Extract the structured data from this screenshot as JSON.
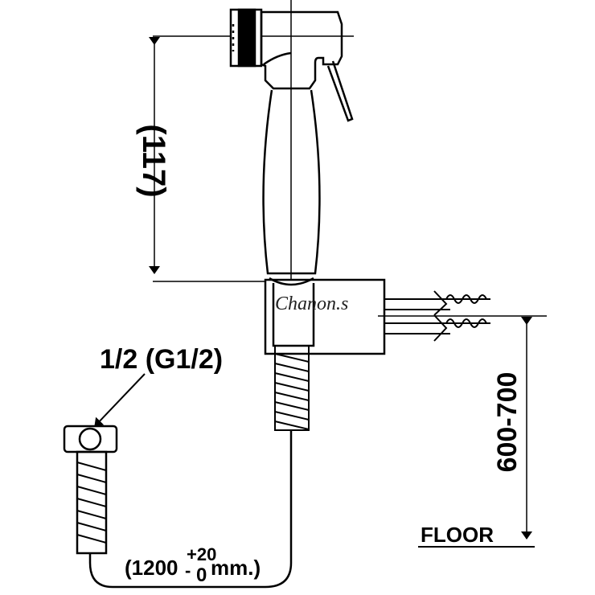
{
  "drawing": {
    "handle_length_dimension": "(117)",
    "thread_label": {
      "main": "1/2 (G1/2)",
      "part1_num": "1",
      "part1_den": "2",
      "part2_prefix": "(G",
      "part2_num": "1",
      "part2_den": "2",
      "part2_suffix": ")"
    },
    "mount_height_dimension": "600-700",
    "floor_label": "FLOOR",
    "hose_length": {
      "open": "(1200",
      "tol_plus": "+20",
      "tol_minus": "-",
      "tol_zero": "0",
      "unit": "mm.)"
    },
    "watermark": "Chanon.s"
  },
  "colors": {
    "line": "#000000",
    "background": "#ffffff"
  }
}
